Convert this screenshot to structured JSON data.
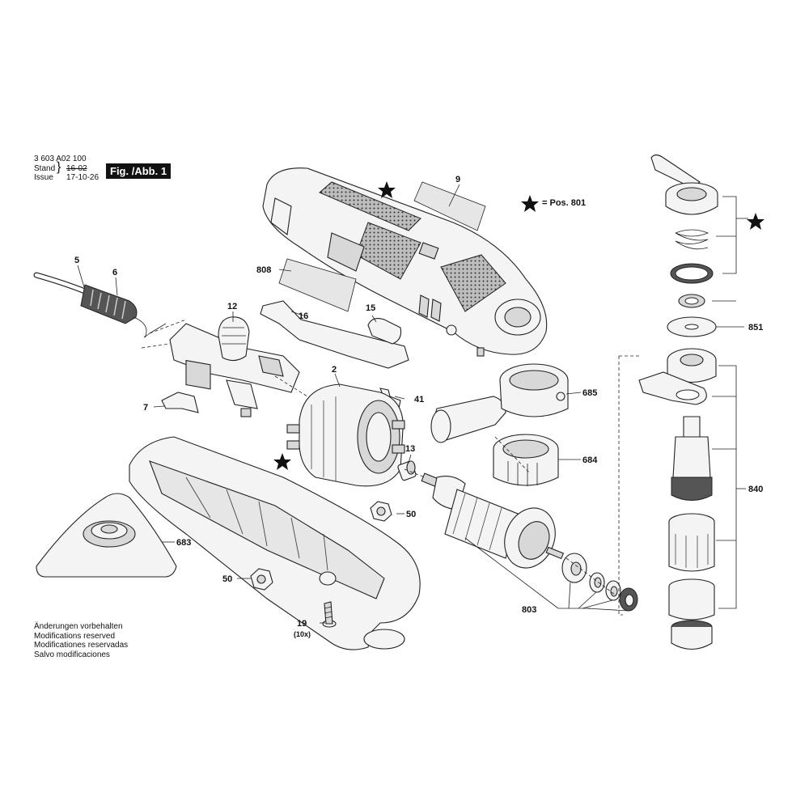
{
  "header": {
    "part_number": "3 603 A02 100",
    "stand_label": "Stand",
    "issue_label": "Issue",
    "stand_old": "16-02",
    "stand_date": "17-10-26",
    "figure": "Fig. /Abb. 1"
  },
  "legend": {
    "star_note": "= Pos. 801"
  },
  "labels": {
    "l5": "5",
    "l6": "6",
    "l12": "12",
    "l16": "16",
    "l15": "15",
    "l808": "808",
    "l9": "9",
    "l2": "2",
    "l41": "41",
    "l7": "7",
    "l13": "13",
    "l685": "685",
    "l684": "684",
    "l50a": "50",
    "l50b": "50",
    "l683": "683",
    "l803": "803",
    "l19": "19",
    "l19q": "(10x)",
    "l851": "851",
    "l840": "840"
  },
  "notes": [
    "Änderungen vorbehalten",
    "Modifications reserved",
    "Modificationes reservadas",
    "Salvo modificaciones"
  ]
}
